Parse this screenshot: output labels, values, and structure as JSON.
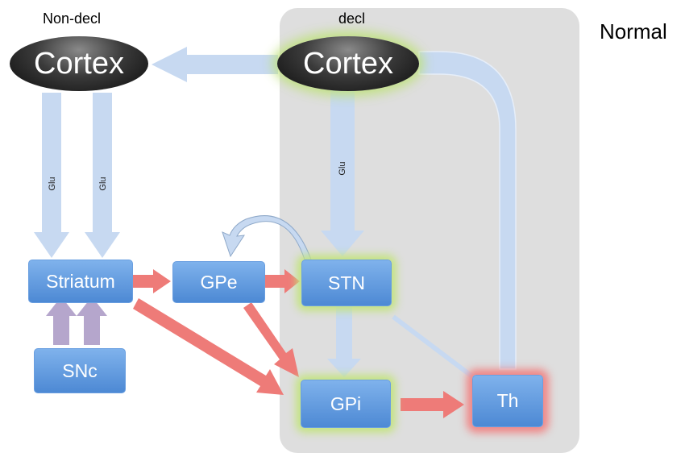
{
  "labels": {
    "normal": "Normal",
    "non_decl": "Non-decl",
    "decl": "decl"
  },
  "nodes": {
    "cortex_nondecl": "Cortex",
    "cortex_decl": "Cortex",
    "striatum": "Striatum",
    "gpe": "GPe",
    "stn": "STN",
    "gpi": "GPi",
    "th": "Th",
    "snc": "SNc"
  },
  "edges": {
    "glu_1": "Glu",
    "glu_2": "Glu",
    "glu_3": "Glu"
  },
  "colors": {
    "excitatory": "#c7d9f1",
    "inhibitory": "#ee7b78",
    "dopaminergic": "#b5a6cc",
    "node_blue": "#5b97de",
    "decl_glow": "#c3e47d",
    "th_glow": "#f08282"
  }
}
